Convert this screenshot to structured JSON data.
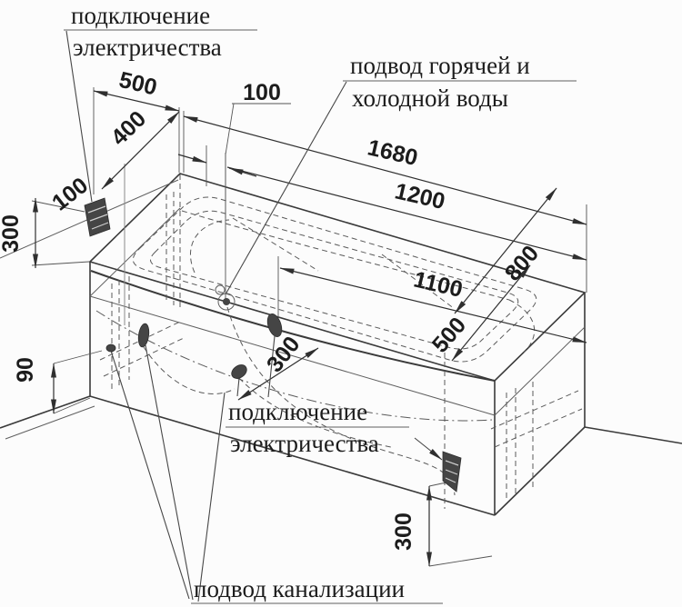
{
  "diagram": {
    "labels": {
      "electric_top": {
        "line1": "подключение",
        "line2": "электричества"
      },
      "water_supply": {
        "line1": "подвод горячей и",
        "line2": "холодной воды"
      },
      "electric_mid": {
        "line1": "подключение",
        "line2": "электричества"
      },
      "sewer": {
        "text": "подвод канализации"
      }
    },
    "dimensions": {
      "d500_top": "500",
      "d400": "400",
      "d100_top": "100",
      "d1680": "1680",
      "d1200": "1200",
      "d100_left": "100",
      "d300_left": "300",
      "d90": "90",
      "d1100": "1100",
      "d800": "800",
      "d500_mid": "500",
      "d300_mid": "300",
      "d300_bottom": "300"
    },
    "colors": {
      "line": "#3a3a3a",
      "dashed": "#5a5a5a",
      "text": "#1c1c1c",
      "marker": "#454545",
      "background": "#fcfcfc"
    }
  }
}
